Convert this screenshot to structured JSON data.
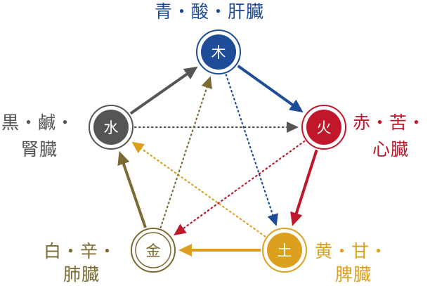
{
  "diagram": {
    "nodes": {
      "wood": {
        "symbol": "木",
        "color": "#1e4c97",
        "fill": "#1e4c97",
        "text_color": "#ffffff",
        "label_lines": [
          "青・酸・肝臓"
        ]
      },
      "fire": {
        "symbol": "火",
        "color": "#c0182a",
        "fill": "#c0182a",
        "text_color": "#ffffff",
        "label_lines": [
          "赤・苦・",
          "心臓"
        ]
      },
      "earth": {
        "symbol": "土",
        "color": "#dba01e",
        "fill": "#dba01e",
        "text_color": "#ffffff",
        "label_lines": [
          "黄・甘・",
          "脾臓"
        ]
      },
      "metal": {
        "symbol": "金",
        "color": "#7c6a35",
        "fill": "#ffffff",
        "text_color": "#7c6a35",
        "label_lines": [
          "白・辛・",
          "肺臓"
        ]
      },
      "water": {
        "symbol": "水",
        "color": "#555555",
        "fill": "#555555",
        "text_color": "#ffffff",
        "label_lines": [
          "黒・鹹・",
          "腎臓"
        ]
      }
    },
    "generating_cycle": [
      {
        "from": "wood",
        "to": "fire",
        "color": "#1e4c97"
      },
      {
        "from": "fire",
        "to": "earth",
        "color": "#c0182a"
      },
      {
        "from": "earth",
        "to": "metal",
        "color": "#dba01e"
      },
      {
        "from": "metal",
        "to": "water",
        "color": "#7c6a35"
      },
      {
        "from": "water",
        "to": "wood",
        "color": "#555555"
      }
    ],
    "controlling_cycle": [
      {
        "from": "wood",
        "to": "earth",
        "color": "#1e4c97"
      },
      {
        "from": "earth",
        "to": "water",
        "color": "#dba01e"
      },
      {
        "from": "water",
        "to": "fire",
        "color": "#555555"
      },
      {
        "from": "fire",
        "to": "metal",
        "color": "#c0182a"
      },
      {
        "from": "metal",
        "to": "wood",
        "color": "#7c6a35"
      }
    ]
  }
}
